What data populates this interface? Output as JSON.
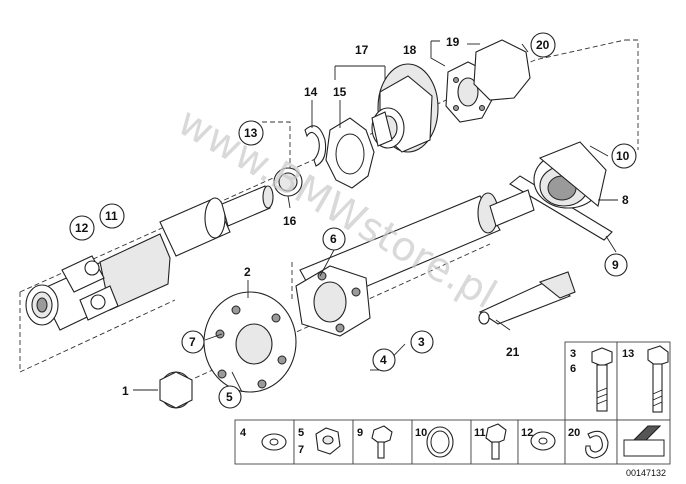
{
  "watermark": "www.BMWstore.pl",
  "diagram_id": "00147132",
  "callouts": {
    "c1": "1",
    "c2": "2",
    "c3": "3",
    "c4": "4",
    "c5": "5",
    "c6": "6",
    "c7": "7",
    "c8": "8",
    "c9": "9",
    "c10": "10",
    "c11": "11",
    "c12": "12",
    "c13": "13",
    "c14": "14",
    "c15": "15",
    "c16": "16",
    "c17": "17",
    "c18": "18",
    "c19": "19",
    "c20": "20",
    "c21": "21"
  },
  "legend_tall": {
    "left_top": "3",
    "left_bottom": "6",
    "right": "13"
  },
  "legend_row": {
    "cell1": "4",
    "cell2_top": "5",
    "cell2_bottom": "7",
    "cell3": "9",
    "cell4": "10",
    "cell5": "11",
    "cell6": "12",
    "cell7": "20"
  },
  "icons": {
    "washer": "washer-icon",
    "nut": "hex-nut-icon",
    "bolt": "bolt-icon",
    "ring": "sealing-ring-icon",
    "circlip": "circlip-icon",
    "arrow": "direction-arrow-icon"
  }
}
